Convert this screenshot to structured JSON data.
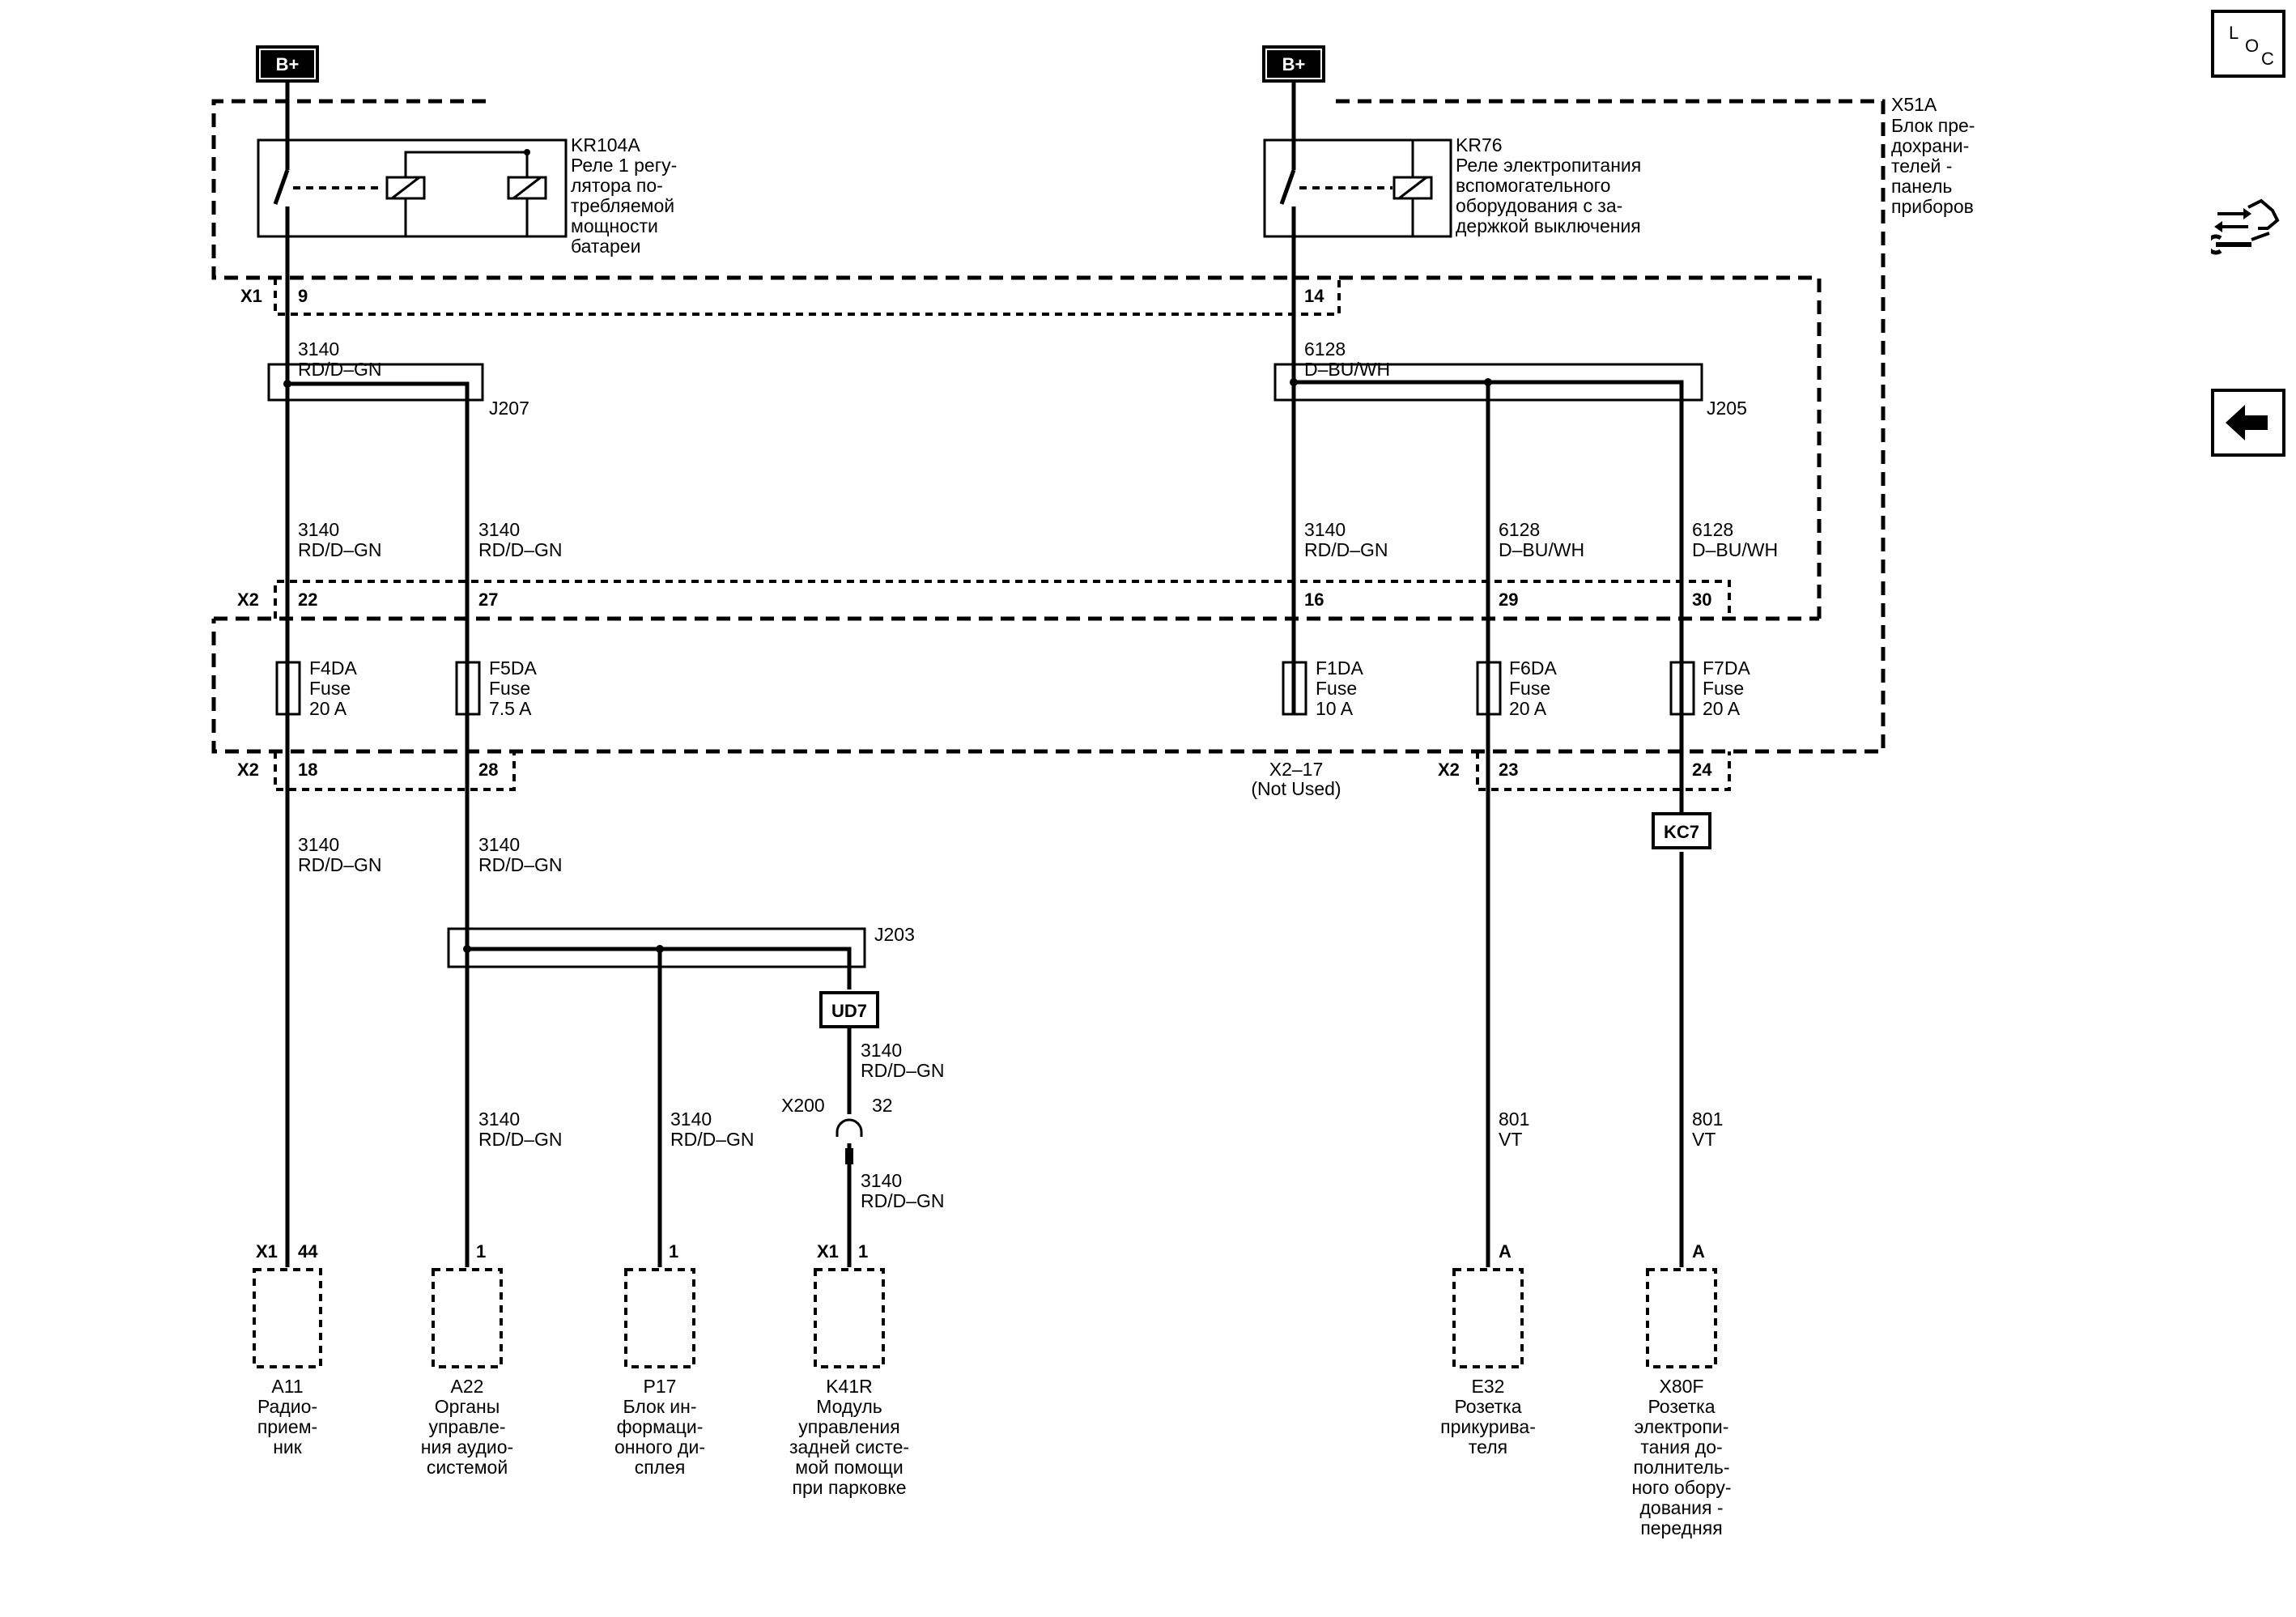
{
  "supply": {
    "left": "B+",
    "right": "B+"
  },
  "fuse_block": {
    "id": "X51A",
    "name": [
      "Блок пре-",
      "дохрани-",
      "телей -",
      "панель",
      "приборов"
    ]
  },
  "relays": [
    {
      "id": "KR104A",
      "desc": [
        "Реле 1 регу-",
        "лятора по-",
        "требляемой",
        "мощности",
        "батареи"
      ]
    },
    {
      "id": "KR76",
      "desc": [
        "Реле электропитания",
        "вспомогательного",
        "оборудования с за-",
        "держкой выключения"
      ]
    }
  ],
  "connectors": {
    "x1_top": {
      "name": "X1",
      "pins": [
        "9",
        "14"
      ]
    },
    "x2_mid": {
      "name": "X2",
      "pins": [
        "22",
        "27",
        "16",
        "29",
        "30"
      ]
    },
    "x2_low_left": {
      "name": "X2",
      "pins": [
        "18",
        "28"
      ]
    },
    "x2_low_right": {
      "name": "X2",
      "pins": [
        "23",
        "24"
      ]
    },
    "x2_not_used": [
      "X2–17",
      "(Not Used)"
    ],
    "inline": {
      "name": "X200",
      "pin": "32"
    }
  },
  "splices": [
    "J207",
    "J205",
    "J203"
  ],
  "fuses": [
    {
      "id": "F4DA",
      "type": "Fuse",
      "rating": "20 A"
    },
    {
      "id": "F5DA",
      "type": "Fuse",
      "rating": "7.5 A"
    },
    {
      "id": "F1DA",
      "type": "Fuse",
      "rating": "10 A"
    },
    {
      "id": "F6DA",
      "type": "Fuse",
      "rating": "20 A"
    },
    {
      "id": "F7DA",
      "type": "Fuse",
      "rating": "20 A"
    }
  ],
  "wires": {
    "c3140": "3140",
    "rd_dgn": "RD/D–GN",
    "c6128": "6128",
    "dbu_wh": "D–BU/WH",
    "c801": "801",
    "vt": "VT"
  },
  "refs": [
    "KC7",
    "UD7"
  ],
  "components": [
    {
      "conn": "X1",
      "pin": "44",
      "id": "A11",
      "desc": [
        "Радио-",
        "прием-",
        "ник"
      ]
    },
    {
      "conn": "",
      "pin": "1",
      "id": "A22",
      "desc": [
        "Органы",
        "управле-",
        "ния аудио-",
        "системой"
      ]
    },
    {
      "conn": "",
      "pin": "1",
      "id": "P17",
      "desc": [
        "Блок ин-",
        "формаци-",
        "онного ди-",
        "сплея"
      ]
    },
    {
      "conn": "X1",
      "pin": "1",
      "id": "K41R",
      "desc": [
        "Модуль",
        "управления",
        "задней систе-",
        "мой помощи",
        "при парковке"
      ]
    },
    {
      "conn": "",
      "pin": "A",
      "id": "E32",
      "desc": [
        "Розетка",
        "прикурива-",
        "теля"
      ]
    },
    {
      "conn": "",
      "pin": "A",
      "id": "X80F",
      "desc": [
        "Розетка",
        "электропи-",
        "тания до-",
        "полнитель-",
        "ного обору-",
        "дования -",
        "передняя"
      ]
    }
  ],
  "sidebar": {
    "loc_letters": [
      "L",
      "O",
      "C"
    ],
    "icons": [
      "location-icon",
      "wiring-tool-icon",
      "back-arrow-icon"
    ]
  },
  "colors": {
    "line": "#000000",
    "background": "#ffffff"
  }
}
